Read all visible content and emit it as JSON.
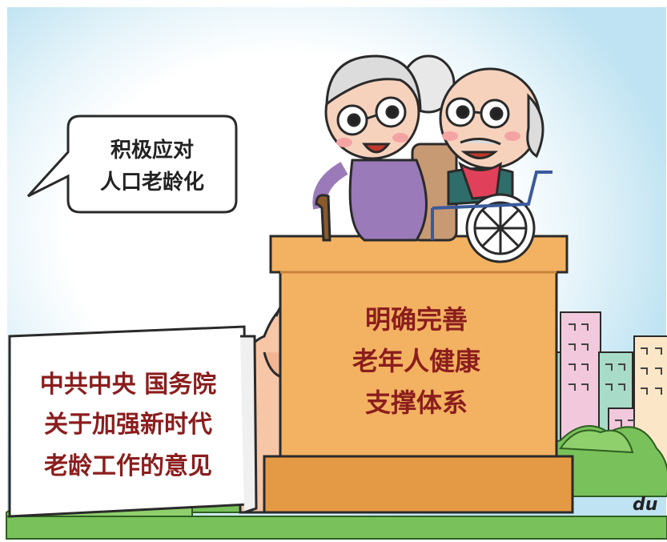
{
  "speech_bubble": {
    "line1": "积极应对",
    "line2": "人口老龄化"
  },
  "pedestal": {
    "line1": "明确完善",
    "line2": "老年人健康",
    "line3": "支撑体系"
  },
  "document": {
    "line1": "中共中央  国务院",
    "line2": "关于加强新时代",
    "line3": "老龄工作的意见"
  },
  "signature": "du",
  "colors": {
    "sky": "#bfe3f2",
    "glow": "#ffffff",
    "pedestal": "#f2b261",
    "pedestal_shadow": "#e49a45",
    "text_red": "#8b1d1d",
    "greenery": "#79c15a",
    "building_pink": "#f2c8dd",
    "building_teal": "#a9dcc8"
  },
  "icons": [
    "elderly-woman",
    "elderly-man",
    "wheelchair",
    "walking-cane",
    "hand"
  ]
}
